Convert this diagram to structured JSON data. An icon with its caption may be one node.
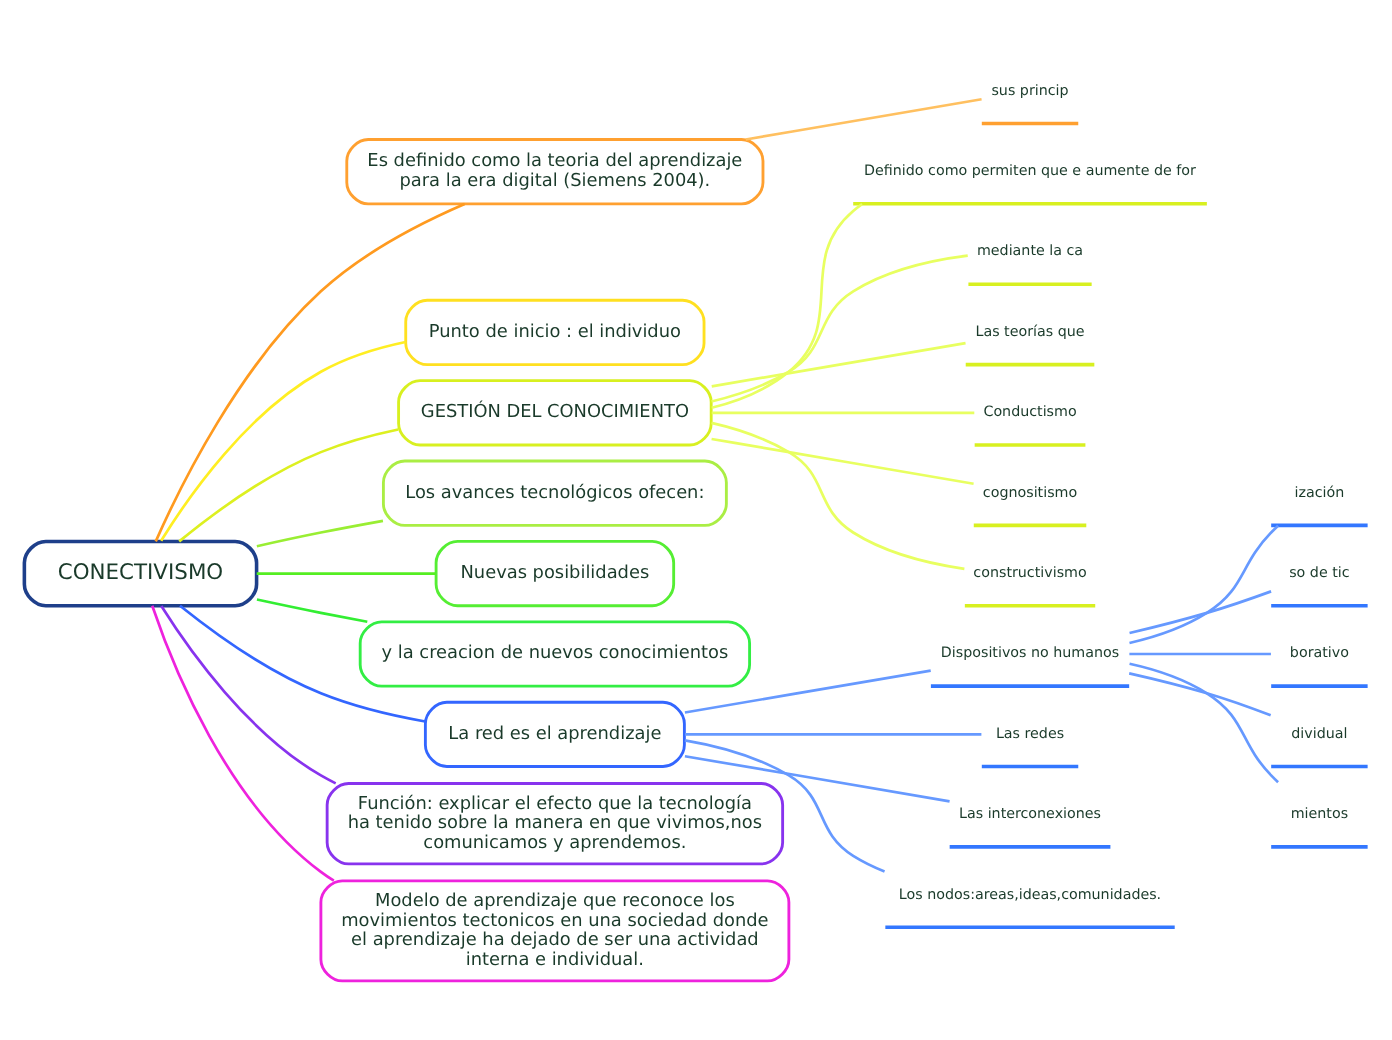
{
  "diagram": {
    "nodes": [
      {
        "text": [
          "CONECTIVISMO"
        ]
      },
      {
        "text": [
          "Es definido como la teoria del aprendizaje para la era digital (Siemens 2004)."
        ]
      },
      {
        "text": [
          "sus princip"
        ]
      },
      {
        "text": [
          "Punto de inicio : el individuo"
        ]
      },
      {
        "text": [
          "GESTIÓN DEL CONOCIMIENTO"
        ]
      },
      {
        "text": [
          "Definido como permiten que e aumente de for"
        ]
      },
      {
        "text": [
          "mediante la ca"
        ]
      },
      {
        "text": [
          "Las teorías que"
        ]
      },
      {
        "text": [
          "Conductismo"
        ]
      },
      {
        "text": [
          "cognositismo"
        ]
      },
      {
        "text": [
          "constructivismo"
        ]
      },
      {
        "text": [
          "Los avances tecnológicos ofecen:"
        ]
      },
      {
        "text": [
          "Nuevas posibilidades"
        ]
      },
      {
        "text": [
          "y la creacion de nuevos conocimientos"
        ]
      },
      {
        "text": [
          "La red es el aprendizaje"
        ]
      },
      {
        "text": [
          "Dispositivos no humanos"
        ]
      },
      {
        "text": [
          "ización"
        ]
      },
      {
        "text": [
          "so de tic"
        ]
      },
      {
        "text": [
          "borativo"
        ]
      },
      {
        "text": [
          "dividual"
        ]
      },
      {
        "text": [
          "mientos"
        ]
      },
      {
        "text": [
          "Las redes"
        ]
      },
      {
        "text": [
          "Las interconexiones"
        ]
      },
      {
        "text": [
          "Los nodos:areas,ideas,comunidades."
        ]
      },
      {
        "text": [
          "Función: explicar el efecto que la tecnología ha tenido sobre la manera en que vivimos,nos comunicamos y aprendemos."
        ]
      },
      {
        "text": [
          "Modelo de aprendizaje que reconoce los movimientos tectonicos en una sociedad donde el aprendizaje ha dejado de ser una actividad interna e individual."
        ]
      }
    ],
    "edges": [
      {
        "from": 0,
        "to": 1,
        "arrow": "none",
        "color": "#ff9a1f"
      },
      {
        "from": 1,
        "to": 2,
        "arrow": "none",
        "color": "#ffc060"
      },
      {
        "from": 0,
        "to": 3,
        "arrow": "none",
        "color": "#ffee22"
      },
      {
        "from": 0,
        "to": 4,
        "arrow": "none",
        "color": "#ddf020"
      },
      {
        "from": 4,
        "to": 5,
        "arrow": "none",
        "color": "#e8ff60"
      },
      {
        "from": 4,
        "to": 6,
        "arrow": "none",
        "color": "#e8ff60"
      },
      {
        "from": 4,
        "to": 7,
        "arrow": "none",
        "color": "#e8ff60"
      },
      {
        "from": 4,
        "to": 8,
        "arrow": "none",
        "color": "#e8ff60"
      },
      {
        "from": 4,
        "to": 9,
        "arrow": "none",
        "color": "#e8ff60"
      },
      {
        "from": 4,
        "to": 10,
        "arrow": "none",
        "color": "#e8ff60"
      },
      {
        "from": 0,
        "to": 11,
        "arrow": "none",
        "color": "#99ee33"
      },
      {
        "from": 0,
        "to": 12,
        "arrow": "none",
        "color": "#55ee22"
      },
      {
        "from": 0,
        "to": 13,
        "arrow": "none",
        "color": "#33ee33"
      },
      {
        "from": 0,
        "to": 14,
        "arrow": "none",
        "color": "#3366ff"
      },
      {
        "from": 14,
        "to": 15,
        "arrow": "none",
        "color": "#6699ff"
      },
      {
        "from": 15,
        "to": 16,
        "arrow": "none",
        "color": "#6699ff"
      },
      {
        "from": 15,
        "to": 17,
        "arrow": "none",
        "color": "#6699ff"
      },
      {
        "from": 15,
        "to": 18,
        "arrow": "none",
        "color": "#6699ff"
      },
      {
        "from": 15,
        "to": 19,
        "arrow": "none",
        "color": "#6699ff"
      },
      {
        "from": 15,
        "to": 20,
        "arrow": "none",
        "color": "#6699ff"
      },
      {
        "from": 14,
        "to": 21,
        "arrow": "none",
        "color": "#6699ff"
      },
      {
        "from": 14,
        "to": 22,
        "arrow": "none",
        "color": "#6699ff"
      },
      {
        "from": 14,
        "to": 23,
        "arrow": "none",
        "color": "#6699ff"
      },
      {
        "from": 0,
        "to": 24,
        "arrow": "none",
        "color": "#8833ee"
      },
      {
        "from": 0,
        "to": 25,
        "arrow": "none",
        "color": "#ee22dd"
      }
    ]
  }
}
